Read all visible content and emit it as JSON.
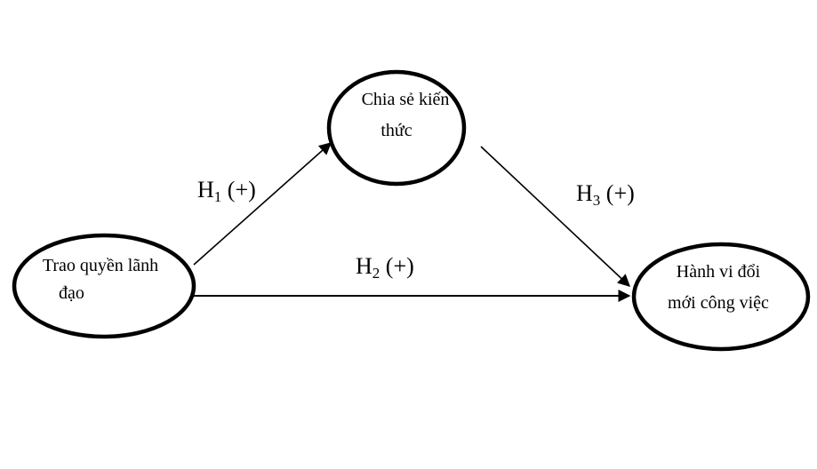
{
  "nodes": {
    "leadership": {
      "line1": "Trao quyền lãnh",
      "line2": "đạo"
    },
    "knowledge": {
      "line1": "Chia sẻ kiến",
      "line2": "thức"
    },
    "innovation": {
      "line1": "Hành vi đổi",
      "line2": "mới công việc"
    }
  },
  "hypotheses": {
    "h1": {
      "letter": "H",
      "index": "1",
      "sign": " (+)"
    },
    "h2": {
      "letter": "H",
      "index": "2",
      "sign": " (+)"
    },
    "h3": {
      "letter": "H",
      "index": "3",
      "sign": " (+)"
    }
  },
  "colors": {
    "stroke": "#000000",
    "background": "#ffffff"
  }
}
